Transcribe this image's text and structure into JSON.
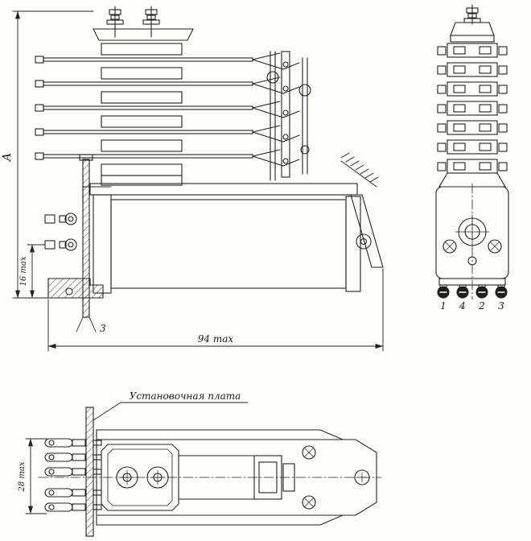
{
  "drawing": {
    "type": "technical-drawing",
    "subject": "electromechanical relay, three orthographic views",
    "background_color": "#fdfdfa",
    "line_color": "#222222",
    "dimensions": {
      "a": "A",
      "h16": "16 max",
      "t3": "3",
      "w94": "94 max",
      "w28": "28 max"
    },
    "terminals": [
      "1",
      "4",
      "2",
      "3"
    ],
    "annotation": {
      "mounting_plate": "Установочная плата"
    }
  }
}
